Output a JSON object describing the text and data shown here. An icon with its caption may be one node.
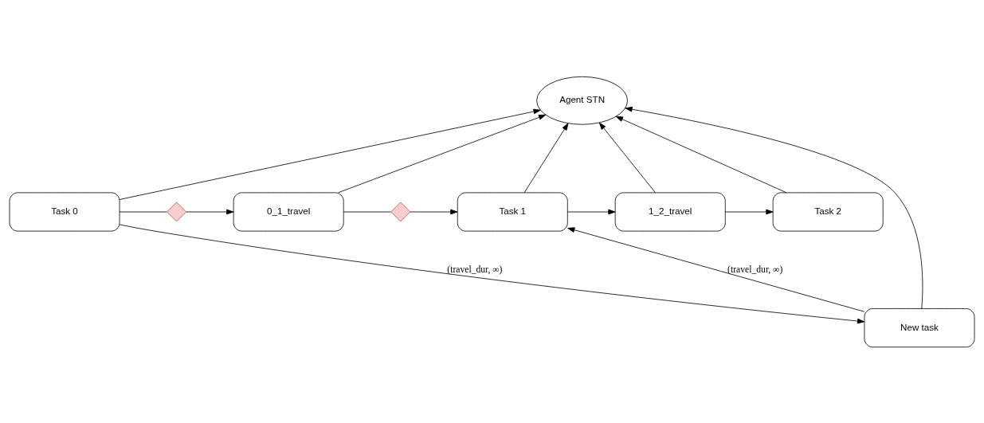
{
  "diagram": {
    "nodes": [
      {
        "text": [
          "Agent STN"
        ]
      },
      {
        "text": [
          "Task 0"
        ]
      },
      {
        "text": [],
        "shape": "cross"
      },
      {
        "text": [
          "0_1_travel"
        ]
      },
      {
        "text": [],
        "shape": "cross"
      },
      {
        "text": [
          "Task 1"
        ]
      },
      {
        "text": [
          "1_2_travel"
        ]
      },
      {
        "text": [
          "Task 2"
        ]
      },
      {
        "text": [
          "New task"
        ]
      }
    ],
    "edges": [
      {
        "from": 1,
        "to": 0,
        "arrow": "to"
      },
      {
        "from": 3,
        "to": 0,
        "arrow": "to"
      },
      {
        "from": 8,
        "to": 0,
        "arrow": "to"
      },
      {
        "from": 5,
        "to": 0,
        "arrow": "to"
      },
      {
        "from": 6,
        "to": 0,
        "arrow": "to"
      },
      {
        "from": 7,
        "to": 0,
        "arrow": "to"
      },
      {
        "from": 1,
        "to": 2,
        "arrow": "none"
      },
      {
        "from": 2,
        "to": 3,
        "arrow": "to"
      },
      {
        "from": 3,
        "to": 4,
        "arrow": "none"
      },
      {
        "from": 4,
        "to": 5,
        "arrow": "to"
      },
      {
        "from": 5,
        "to": 6,
        "arrow": "to"
      },
      {
        "from": 6,
        "to": 7,
        "arrow": "to"
      },
      {
        "from": 1,
        "to": 8,
        "label": "(travel_dur, ∞)",
        "arrow": "to"
      },
      {
        "from": 8,
        "to": 5,
        "label": "(travel_dur, ∞)",
        "arrow": "to"
      }
    ]
  }
}
